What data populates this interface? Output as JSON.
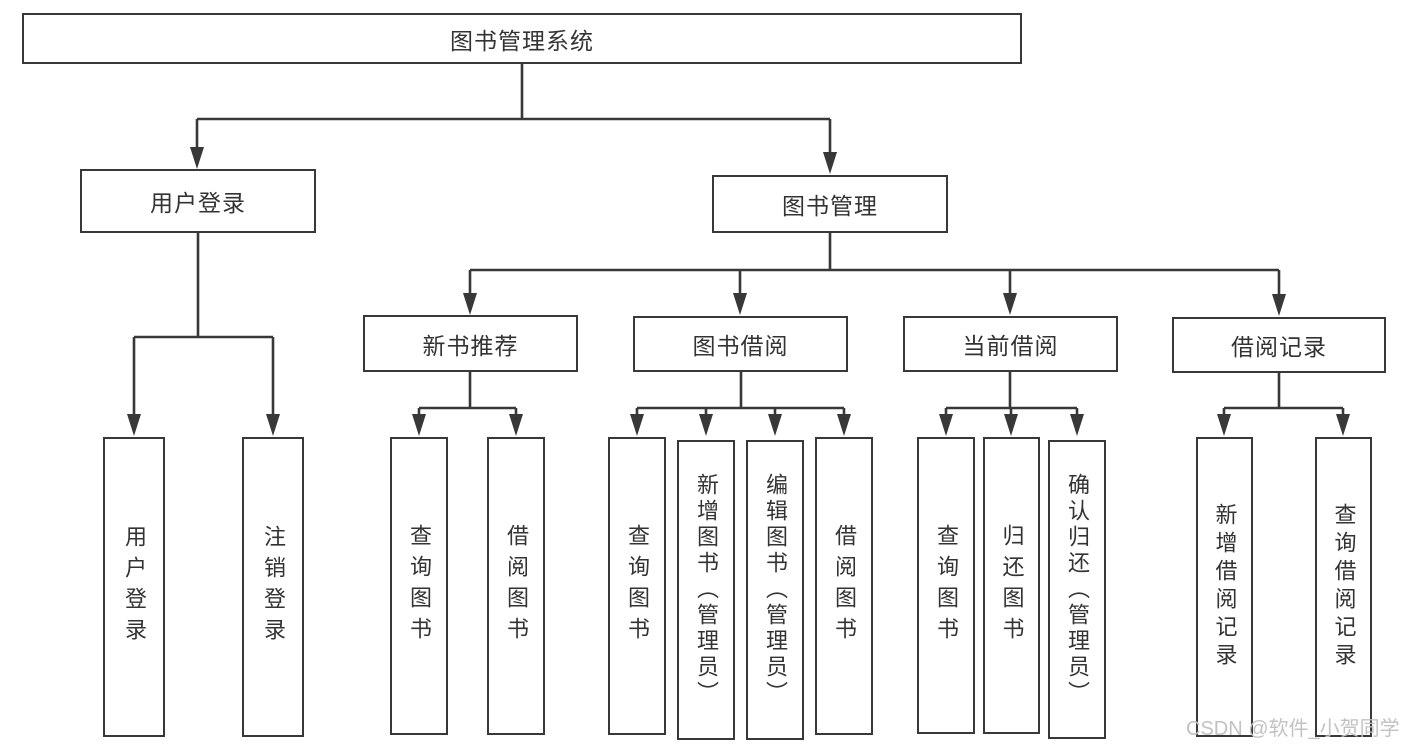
{
  "tree": {
    "root": {
      "label": "图书管理系统"
    },
    "children": [
      {
        "label": "用户登录",
        "children": [
          {
            "label": "用户登录"
          },
          {
            "label": "注销登录"
          }
        ]
      },
      {
        "label": "图书管理",
        "children": [
          {
            "label": "新书推荐",
            "children": [
              {
                "label": "查询图书"
              },
              {
                "label": "借阅图书"
              }
            ]
          },
          {
            "label": "图书借阅",
            "children": [
              {
                "label": "查询图书"
              },
              {
                "label": "新增图书（管理员）"
              },
              {
                "label": "编辑图书（管理员）"
              },
              {
                "label": "借阅图书"
              }
            ]
          },
          {
            "label": "当前借阅",
            "children": [
              {
                "label": "查询图书"
              },
              {
                "label": "归还图书"
              },
              {
                "label": "确认归还（管理员）"
              }
            ]
          },
          {
            "label": "借阅记录",
            "children": [
              {
                "label": "新增借阅记录"
              },
              {
                "label": "查询借阅记录"
              }
            ]
          }
        ]
      }
    ]
  },
  "watermark": {
    "text": "CSDN @软件_小贺同学"
  },
  "colors": {
    "line": "#383838",
    "text": "#333333",
    "background": "#ffffff",
    "watermark": "#c2c2c2"
  }
}
